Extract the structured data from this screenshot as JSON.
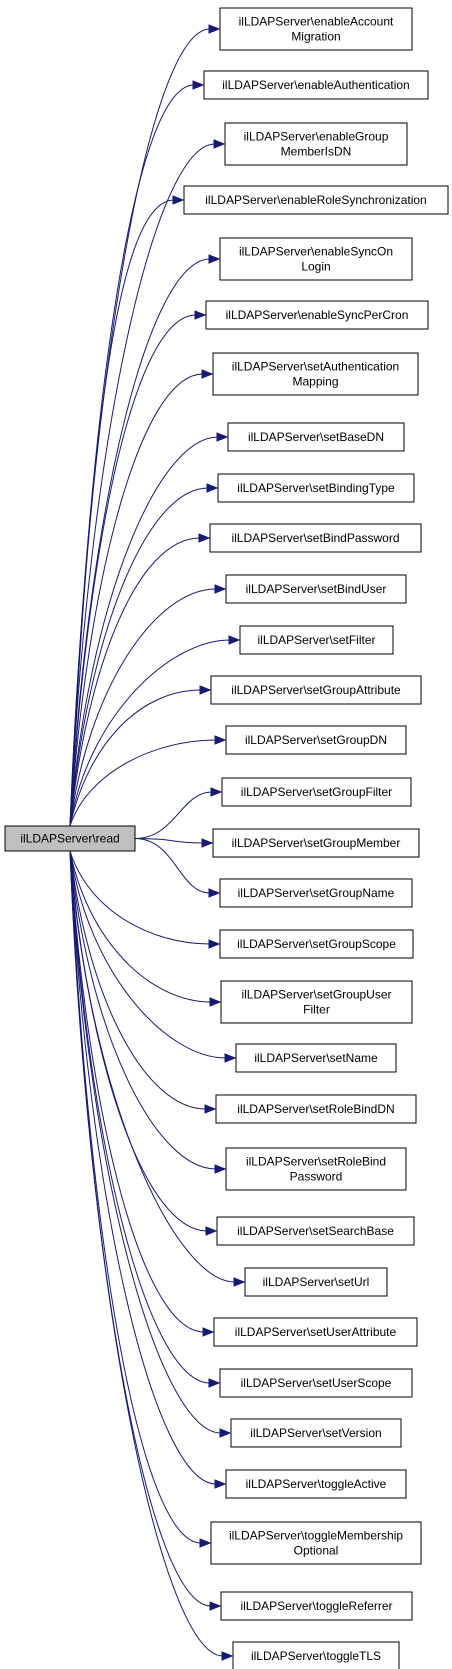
{
  "diagram": {
    "edge_color": "#191970",
    "source": {
      "lines": [
        "ilLDAPServer\\read"
      ],
      "fill": "#bfbfbf"
    },
    "targets": [
      {
        "lines": [
          "ilLDAPServer\\enableAccount",
          "Migration"
        ]
      },
      {
        "lines": [
          "ilLDAPServer\\enableAuthentication"
        ]
      },
      {
        "lines": [
          "ilLDAPServer\\enableGroup",
          "MemberIsDN"
        ]
      },
      {
        "lines": [
          "ilLDAPServer\\enableRoleSynchronization"
        ]
      },
      {
        "lines": [
          "ilLDAPServer\\enableSyncOn",
          "Login"
        ]
      },
      {
        "lines": [
          "ilLDAPServer\\enableSyncPerCron"
        ]
      },
      {
        "lines": [
          "ilLDAPServer\\setAuthentication",
          "Mapping"
        ]
      },
      {
        "lines": [
          "ilLDAPServer\\setBaseDN"
        ]
      },
      {
        "lines": [
          "ilLDAPServer\\setBindingType"
        ]
      },
      {
        "lines": [
          "ilLDAPServer\\setBindPassword"
        ]
      },
      {
        "lines": [
          "ilLDAPServer\\setBindUser"
        ]
      },
      {
        "lines": [
          "ilLDAPServer\\setFilter"
        ]
      },
      {
        "lines": [
          "ilLDAPServer\\setGroupAttribute"
        ]
      },
      {
        "lines": [
          "ilLDAPServer\\setGroupDN"
        ]
      },
      {
        "lines": [
          "ilLDAPServer\\setGroupFilter"
        ]
      },
      {
        "lines": [
          "ilLDAPServer\\setGroupMember"
        ]
      },
      {
        "lines": [
          "ilLDAPServer\\setGroupName"
        ]
      },
      {
        "lines": [
          "ilLDAPServer\\setGroupScope"
        ]
      },
      {
        "lines": [
          "ilLDAPServer\\setGroupUser",
          "Filter"
        ]
      },
      {
        "lines": [
          "ilLDAPServer\\setName"
        ]
      },
      {
        "lines": [
          "ilLDAPServer\\setRoleBindDN"
        ]
      },
      {
        "lines": [
          "ilLDAPServer\\setRoleBind",
          "Password"
        ]
      },
      {
        "lines": [
          "ilLDAPServer\\setSearchBase"
        ]
      },
      {
        "lines": [
          "ilLDAPServer\\setUrl"
        ]
      },
      {
        "lines": [
          "ilLDAPServer\\setUserAttribute"
        ]
      },
      {
        "lines": [
          "ilLDAPServer\\setUserScope"
        ]
      },
      {
        "lines": [
          "ilLDAPServer\\setVersion"
        ]
      },
      {
        "lines": [
          "ilLDAPServer\\toggleActive"
        ]
      },
      {
        "lines": [
          "ilLDAPServer\\toggleMembership",
          "Optional"
        ]
      },
      {
        "lines": [
          "ilLDAPServer\\toggleReferrer"
        ]
      },
      {
        "lines": [
          "ilLDAPServer\\toggleTLS"
        ]
      }
    ]
  }
}
